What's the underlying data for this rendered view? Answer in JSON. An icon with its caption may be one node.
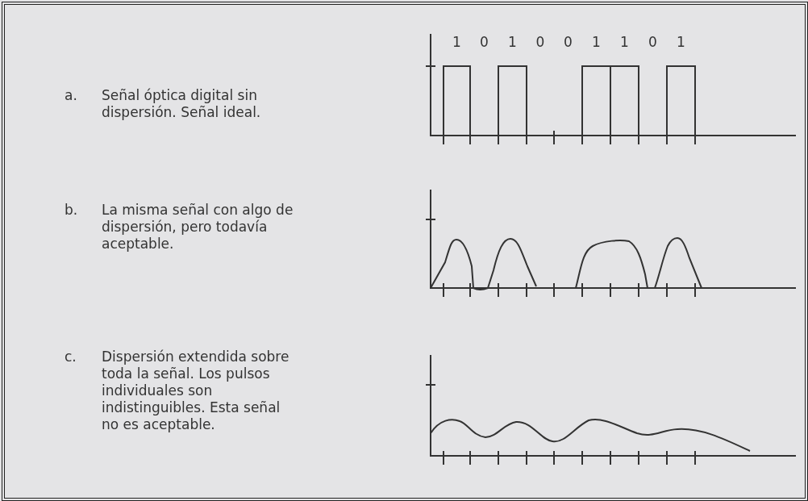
{
  "diagram": {
    "labels": [
      "1",
      "0",
      "1",
      "0",
      "0",
      "1",
      "1",
      "0",
      "1",
      "a.",
      "Señal óptica digital sin dispersión. Señal ideal.",
      "b.",
      "La misma señal con algo de dispersión, pero todavía aceptable.",
      "c.",
      "Dispersión extendida sobre toda la señal. Los pulsos individuales son indistinguibles. Esta señal no es aceptable."
    ]
  }
}
